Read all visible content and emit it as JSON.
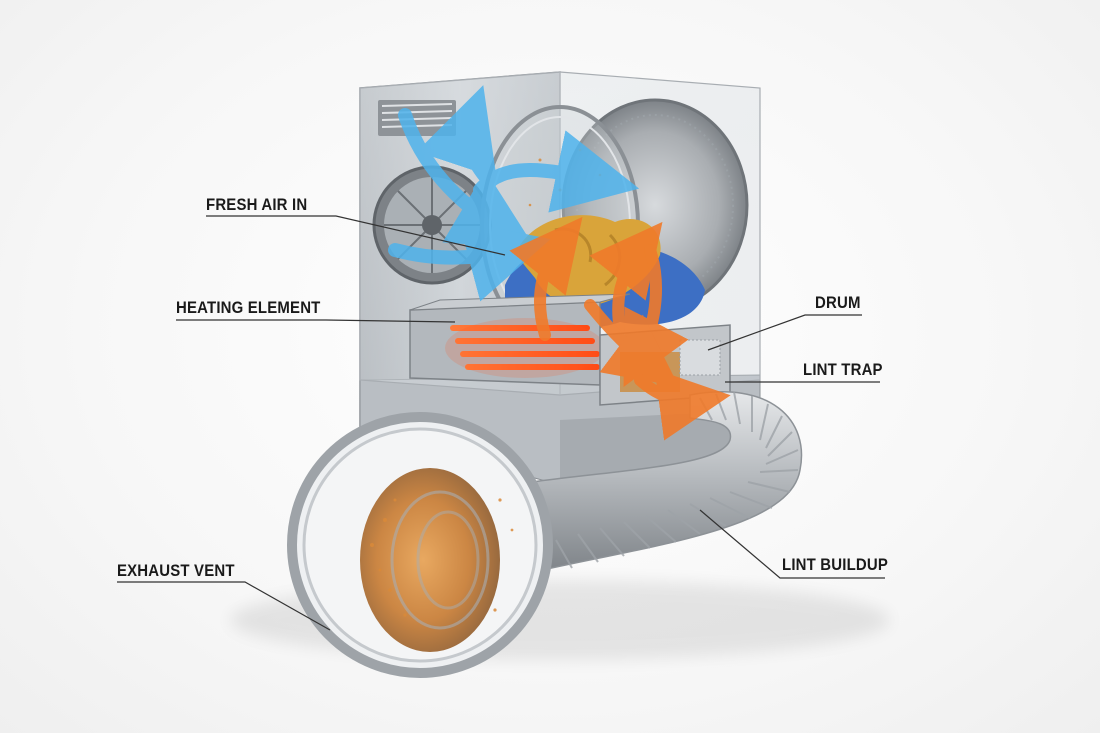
{
  "labels": {
    "fresh_air_in": "FRESH AIR IN",
    "heating_element": "HEATING ELEMENT",
    "drum": "DRUM",
    "lint_trap": "LINT TRAP",
    "exhaust_vent": "EXHAUST VENT",
    "lint_buildup": "LINT BUILDUP"
  },
  "colors": {
    "fresh_air_arrow": "#4fb3ec",
    "hot_air_arrow": "#f07a2a",
    "heating_glow": "#ff5a1f",
    "lint": "#d98a3a",
    "cabinet": "#c9cdd1",
    "metal_duct": "#b8bcc0",
    "clothes_yellow": "#d9a43a",
    "clothes_blue": "#3d6fc4",
    "leader_line": "#333333"
  }
}
